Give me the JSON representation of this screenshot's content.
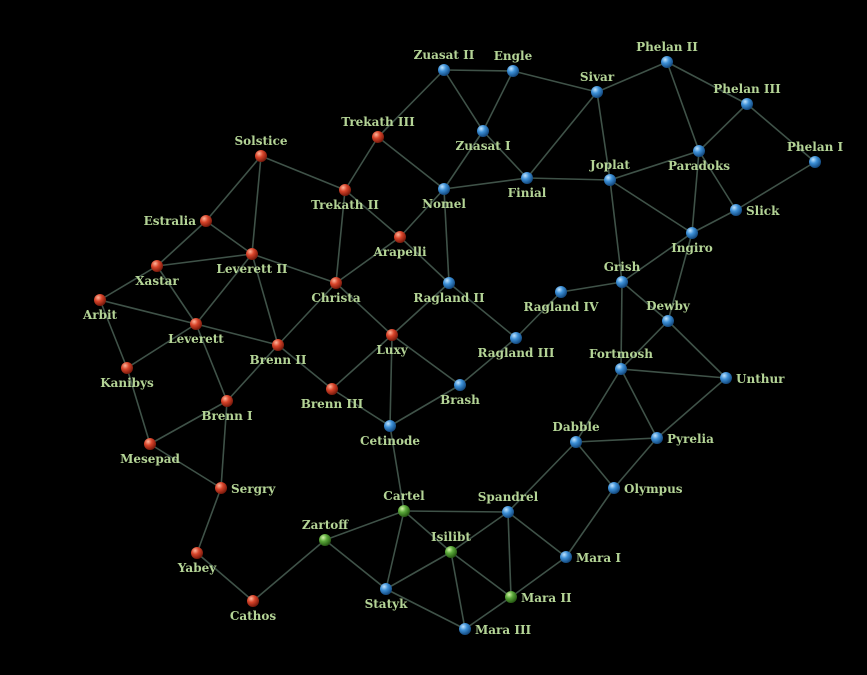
{
  "colors": {
    "red_group": "#d8442a",
    "blue_group": "#3c8fd6",
    "green_group": "#5aa83a",
    "edge": "#3f5248",
    "label": "#b4d496",
    "background": "#000000"
  },
  "nodes": [
    {
      "name": "Solstice",
      "group": "red"
    },
    {
      "name": "Trekath III",
      "group": "red"
    },
    {
      "name": "Trekath II",
      "group": "red"
    },
    {
      "name": "Estralia",
      "group": "red"
    },
    {
      "name": "Leverett II",
      "group": "red"
    },
    {
      "name": "Arapelli",
      "group": "red"
    },
    {
      "name": "Xastar",
      "group": "red"
    },
    {
      "name": "Christa",
      "group": "red"
    },
    {
      "name": "Arbit",
      "group": "red"
    },
    {
      "name": "Leverett",
      "group": "red"
    },
    {
      "name": "Luxy",
      "group": "red"
    },
    {
      "name": "Brenn II",
      "group": "red"
    },
    {
      "name": "Kanibys",
      "group": "red"
    },
    {
      "name": "Brenn III",
      "group": "red"
    },
    {
      "name": "Brenn I",
      "group": "red"
    },
    {
      "name": "Mesepad",
      "group": "red"
    },
    {
      "name": "Sergry",
      "group": "red"
    },
    {
      "name": "Yabey",
      "group": "red"
    },
    {
      "name": "Cathos",
      "group": "red"
    },
    {
      "name": "Zuasat II",
      "group": "blue"
    },
    {
      "name": "Engle",
      "group": "blue"
    },
    {
      "name": "Zuasat I",
      "group": "blue"
    },
    {
      "name": "Nomel",
      "group": "blue"
    },
    {
      "name": "Finial",
      "group": "blue"
    },
    {
      "name": "Sivar",
      "group": "blue"
    },
    {
      "name": "Phelan II",
      "group": "blue"
    },
    {
      "name": "Phelan III",
      "group": "blue"
    },
    {
      "name": "Paradoks",
      "group": "blue"
    },
    {
      "name": "Phelan I",
      "group": "blue"
    },
    {
      "name": "Joplat",
      "group": "blue"
    },
    {
      "name": "Slick",
      "group": "blue"
    },
    {
      "name": "Ingiro",
      "group": "blue"
    },
    {
      "name": "Grish",
      "group": "blue"
    },
    {
      "name": "Ragland IV",
      "group": "blue"
    },
    {
      "name": "Ragland II",
      "group": "blue"
    },
    {
      "name": "Dewby",
      "group": "blue"
    },
    {
      "name": "Ragland III",
      "group": "blue"
    },
    {
      "name": "Fortmosh",
      "group": "blue"
    },
    {
      "name": "Unthur",
      "group": "blue"
    },
    {
      "name": "Brash",
      "group": "blue"
    },
    {
      "name": "Cetinode",
      "group": "blue"
    },
    {
      "name": "Dabble",
      "group": "blue"
    },
    {
      "name": "Pyrelia",
      "group": "blue"
    },
    {
      "name": "Olympus",
      "group": "blue"
    },
    {
      "name": "Spandrel",
      "group": "blue"
    },
    {
      "name": "Mara I",
      "group": "blue"
    },
    {
      "name": "Statyk",
      "group": "blue"
    },
    {
      "name": "Mara III",
      "group": "blue"
    },
    {
      "name": "Cartel",
      "group": "green"
    },
    {
      "name": "Zartoff",
      "group": "green"
    },
    {
      "name": "Isilibt",
      "group": "green"
    },
    {
      "name": "Mara II",
      "group": "green"
    }
  ],
  "edges": [
    [
      "Zuasat II",
      "Trekath III"
    ],
    [
      "Zuasat II",
      "Engle"
    ],
    [
      "Zuasat II",
      "Zuasat I"
    ],
    [
      "Trekath III",
      "Trekath II"
    ],
    [
      "Trekath III",
      "Nomel"
    ],
    [
      "Solstice",
      "Trekath II"
    ],
    [
      "Solstice",
      "Estralia"
    ],
    [
      "Solstice",
      "Leverett II"
    ],
    [
      "Trekath II",
      "Arapelli"
    ],
    [
      "Trekath II",
      "Christa"
    ],
    [
      "Arapelli",
      "Nomel"
    ],
    [
      "Arapelli",
      "Christa"
    ],
    [
      "Arapelli",
      "Ragland II"
    ],
    [
      "Nomel",
      "Ragland II"
    ],
    [
      "Nomel",
      "Finial"
    ],
    [
      "Nomel",
      "Zuasat I"
    ],
    [
      "Estralia",
      "Leverett II"
    ],
    [
      "Estralia",
      "Xastar"
    ],
    [
      "Xastar",
      "Leverett II"
    ],
    [
      "Xastar",
      "Arbit"
    ],
    [
      "Xastar",
      "Leverett"
    ],
    [
      "Leverett II",
      "Christa"
    ],
    [
      "Leverett II",
      "Leverett"
    ],
    [
      "Leverett II",
      "Brenn II"
    ],
    [
      "Arbit",
      "Leverett"
    ],
    [
      "Leverett",
      "Brenn II"
    ],
    [
      "Christa",
      "Brenn II"
    ],
    [
      "Christa",
      "Luxy"
    ],
    [
      "Ragland II",
      "Luxy"
    ],
    [
      "Engle",
      "Zuasat I"
    ],
    [
      "Engle",
      "Sivar"
    ],
    [
      "Zuasat I",
      "Finial"
    ],
    [
      "Finial",
      "Sivar"
    ],
    [
      "Finial",
      "Joplat"
    ],
    [
      "Sivar",
      "Phelan II"
    ],
    [
      "Sivar",
      "Joplat"
    ],
    [
      "Phelan II",
      "Phelan III"
    ],
    [
      "Phelan II",
      "Paradoks"
    ],
    [
      "Phelan III",
      "Paradoks"
    ],
    [
      "Phelan III",
      "Phelan I"
    ],
    [
      "Phelan I",
      "Slick"
    ],
    [
      "Joplat",
      "Paradoks"
    ],
    [
      "Joplat",
      "Ingiro"
    ],
    [
      "Joplat",
      "Grish"
    ],
    [
      "Paradoks",
      "Ingiro"
    ],
    [
      "Paradoks",
      "Slick"
    ],
    [
      "Slick",
      "Ingiro"
    ],
    [
      "Ingiro",
      "Grish"
    ],
    [
      "Ingiro",
      "Dewby"
    ],
    [
      "Grish",
      "Ragland IV"
    ],
    [
      "Grish",
      "Dewby"
    ],
    [
      "Grish",
      "Fortmosh"
    ],
    [
      "Ragland II",
      "Ragland III"
    ],
    [
      "Ragland IV",
      "Ragland III"
    ],
    [
      "Dewby",
      "Fortmosh"
    ],
    [
      "Dewby",
      "Unthur"
    ],
    [
      "Arbit",
      "Kanibys"
    ],
    [
      "Leverett",
      "Kanibys"
    ],
    [
      "Leverett",
      "Brenn I"
    ],
    [
      "Brenn II",
      "Brenn I"
    ],
    [
      "Brenn II",
      "Brenn III"
    ],
    [
      "Kanibys",
      "Mesepad"
    ],
    [
      "Mesepad",
      "Brenn I"
    ],
    [
      "Mesepad",
      "Sergry"
    ],
    [
      "Brenn I",
      "Sergry"
    ],
    [
      "Sergry",
      "Yabey"
    ],
    [
      "Yabey",
      "Cathos"
    ],
    [
      "Cathos",
      "Zartoff"
    ],
    [
      "Luxy",
      "Brenn III"
    ],
    [
      "Luxy",
      "Cetinode"
    ],
    [
      "Luxy",
      "Brash"
    ],
    [
      "Brash",
      "Ragland III"
    ],
    [
      "Brenn III",
      "Cetinode"
    ],
    [
      "Brash",
      "Cetinode"
    ],
    [
      "Cetinode",
      "Cartel"
    ],
    [
      "Cartel",
      "Zartoff"
    ],
    [
      "Cartel",
      "Spandrel"
    ],
    [
      "Cartel",
      "Statyk"
    ],
    [
      "Cartel",
      "Isilibt"
    ],
    [
      "Zartoff",
      "Statyk"
    ],
    [
      "Isilibt",
      "Statyk"
    ],
    [
      "Isilibt",
      "Mara III"
    ],
    [
      "Statyk",
      "Mara III"
    ],
    [
      "Isilibt",
      "Spandrel"
    ],
    [
      "Fortmosh",
      "Unthur"
    ],
    [
      "Fortmosh",
      "Dabble"
    ],
    [
      "Fortmosh",
      "Pyrelia"
    ],
    [
      "Unthur",
      "Pyrelia"
    ],
    [
      "Dabble",
      "Pyrelia"
    ],
    [
      "Dabble",
      "Olympus"
    ],
    [
      "Dabble",
      "Spandrel"
    ],
    [
      "Pyrelia",
      "Olympus"
    ],
    [
      "Olympus",
      "Mara I"
    ],
    [
      "Spandrel",
      "Mara I"
    ],
    [
      "Spandrel",
      "Mara II"
    ],
    [
      "Isilibt",
      "Mara II"
    ],
    [
      "Mara I",
      "Mara II"
    ],
    [
      "Mara II",
      "Mara III"
    ]
  ]
}
